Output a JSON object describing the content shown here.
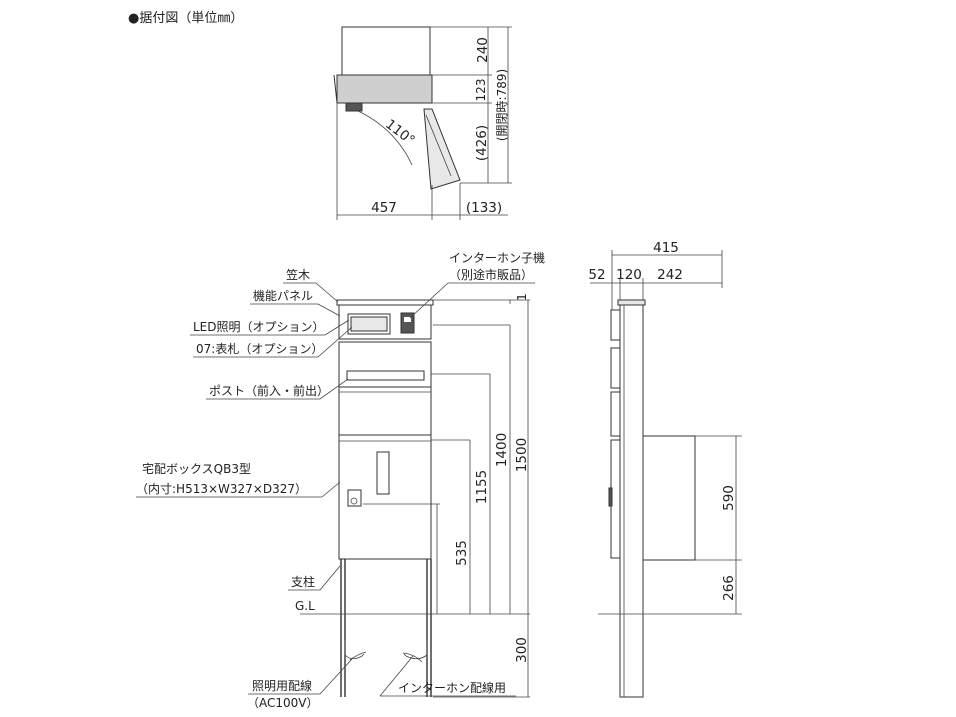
{
  "header": {
    "title": "●据付図（単位㎜）"
  },
  "labels": {
    "kasagi": "笠木",
    "kinou_panel": "機能パネル",
    "led": "LED照明（オプション）",
    "hyosatsu": "07:表札（オプション）",
    "post": "ポスト（前入・前出）",
    "takuhai1": "宅配ボックスQB3型",
    "takuhai2": "（内寸:H513×W327×D327）",
    "shichu": "支柱",
    "gl": "G.L",
    "shomei1": "照明用配線",
    "shomei2": "（AC100V）",
    "intercom_haisen": "インターホン配線用",
    "intercom_ki1": "インターホン子機",
    "intercom_ki2": "（別途市販品）"
  },
  "dims": {
    "d240": "240",
    "d123": "123",
    "d426": "(426)",
    "d789": "(開閉時:789)",
    "d457": "457",
    "d133": "(133)",
    "angle": "110°",
    "d415": "415",
    "d52": "52",
    "d120": "120",
    "d242": "242",
    "d1": "1",
    "d1500": "1500",
    "d1400": "1400",
    "d1155": "1155",
    "d535": "535",
    "d300": "300",
    "d590": "590",
    "d266": "266"
  }
}
